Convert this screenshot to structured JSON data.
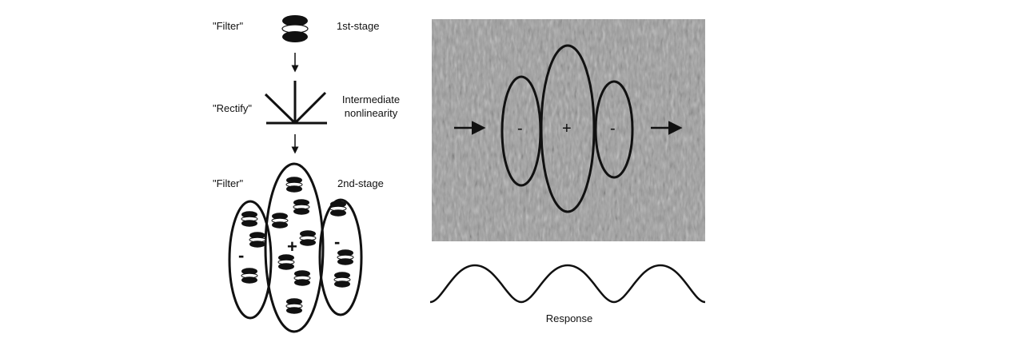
{
  "labels": {
    "filter_1": "\"Filter\"",
    "stage_1": "1st-stage",
    "rectify": "\"Rectify\"",
    "intermediate_1": "Intermediate",
    "intermediate_2": "nonlinearity",
    "filter_2": "\"Filter\"",
    "stage_2": "2nd-stage",
    "response": "Response"
  },
  "signs": {
    "left_minus": "-",
    "center_plus": "+",
    "right_minus": "-",
    "tex_left_minus": "-",
    "tex_center_plus": "+",
    "tex_right_minus": "-"
  },
  "colors": {
    "ink": "#111111",
    "texture_bg": "#9a9a9a"
  }
}
